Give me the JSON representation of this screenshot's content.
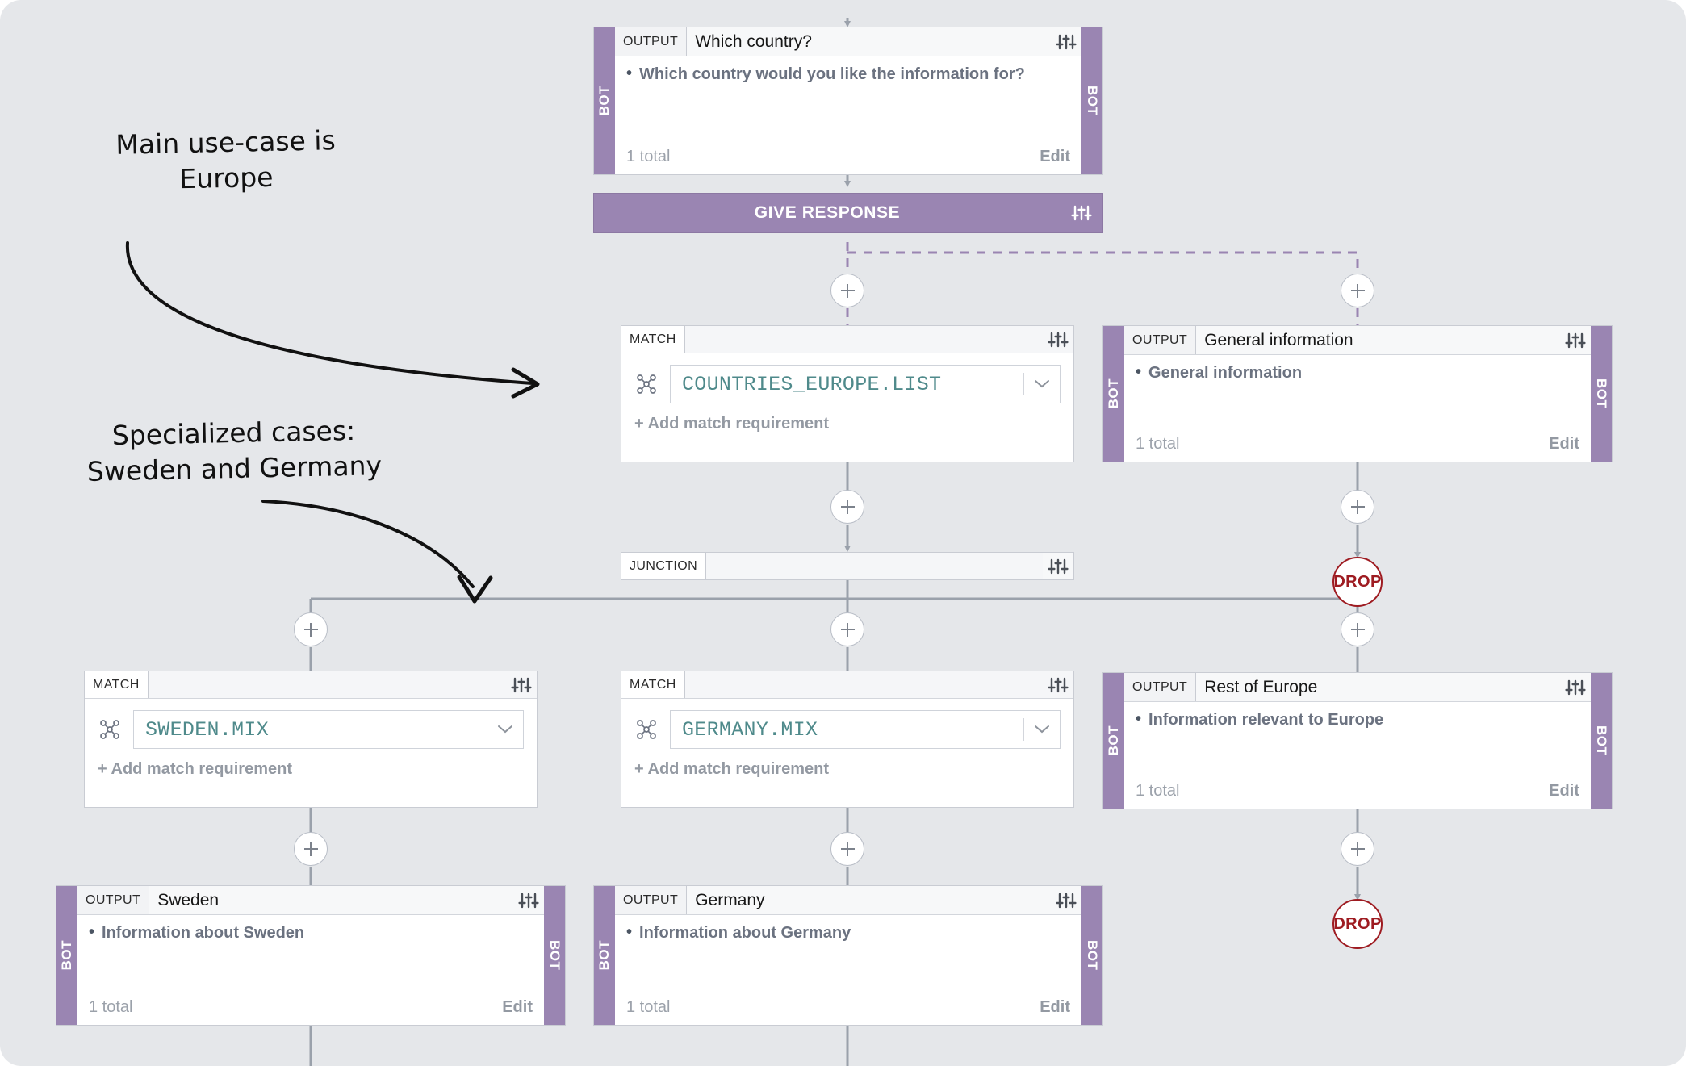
{
  "canvas": {
    "background": "#e5e7ea",
    "accent_purple": "#9a85b2",
    "teal_value": "#4f8a8b",
    "drop_red": "#9e1b21"
  },
  "annotations": [
    {
      "name": "annotation-main-use-case",
      "text": "Main use-case is\nEurope"
    },
    {
      "name": "annotation-specialized-cases",
      "text": "Specialized cases:\nSweden and Germany"
    }
  ],
  "nodes": {
    "which_country": {
      "type": "OUTPUT",
      "tag": "OUTPUT",
      "title": "Which country?",
      "rail_label": "BOT",
      "items": [
        "Which country would you like the information for?"
      ],
      "total": "1 total",
      "edit": "Edit",
      "settings_icon": "sliders-icon"
    },
    "give_response": {
      "type": "GIVE RESPONSE",
      "label": "GIVE RESPONSE",
      "settings_icon": "sliders-icon"
    },
    "match_europe": {
      "type": "MATCH",
      "tag": "MATCH",
      "value": "COUNTRIES_EUROPE.LIST",
      "add_requirement": "+ Add match requirement",
      "mix_icon": "mix-node-icon",
      "chevron_icon": "chevron-down-icon",
      "settings_icon": "sliders-icon"
    },
    "general_information": {
      "type": "OUTPUT",
      "tag": "OUTPUT",
      "title": "General information",
      "rail_label": "BOT",
      "items": [
        "General information"
      ],
      "total": "1 total",
      "edit": "Edit",
      "settings_icon": "sliders-icon"
    },
    "junction": {
      "type": "JUNCTION",
      "tag": "JUNCTION",
      "settings_icon": "sliders-icon"
    },
    "match_sweden": {
      "type": "MATCH",
      "tag": "MATCH",
      "value": "SWEDEN.MIX",
      "add_requirement": "+ Add match requirement",
      "mix_icon": "mix-node-icon",
      "chevron_icon": "chevron-down-icon",
      "settings_icon": "sliders-icon"
    },
    "match_germany": {
      "type": "MATCH",
      "tag": "MATCH",
      "value": "GERMANY.MIX",
      "add_requirement": "+ Add match requirement",
      "mix_icon": "mix-node-icon",
      "chevron_icon": "chevron-down-icon",
      "settings_icon": "sliders-icon"
    },
    "rest_of_europe": {
      "type": "OUTPUT",
      "tag": "OUTPUT",
      "title": "Rest of Europe",
      "rail_label": "BOT",
      "items": [
        "Information relevant to Europe"
      ],
      "total": "1 total",
      "edit": "Edit",
      "settings_icon": "sliders-icon"
    },
    "output_sweden": {
      "type": "OUTPUT",
      "tag": "OUTPUT",
      "title": "Sweden",
      "rail_label": "BOT",
      "items": [
        "Information about Sweden"
      ],
      "total": "1 total",
      "edit": "Edit",
      "settings_icon": "sliders-icon"
    },
    "output_germany": {
      "type": "OUTPUT",
      "tag": "OUTPUT",
      "title": "Germany",
      "rail_label": "BOT",
      "items": [
        "Information about Germany"
      ],
      "total": "1 total",
      "edit": "Edit",
      "settings_icon": "sliders-icon"
    },
    "drop_general": {
      "type": "DROP",
      "label": "DROP"
    },
    "drop_europe": {
      "type": "DROP",
      "label": "DROP"
    }
  },
  "add_buttons": {
    "label": "+"
  }
}
